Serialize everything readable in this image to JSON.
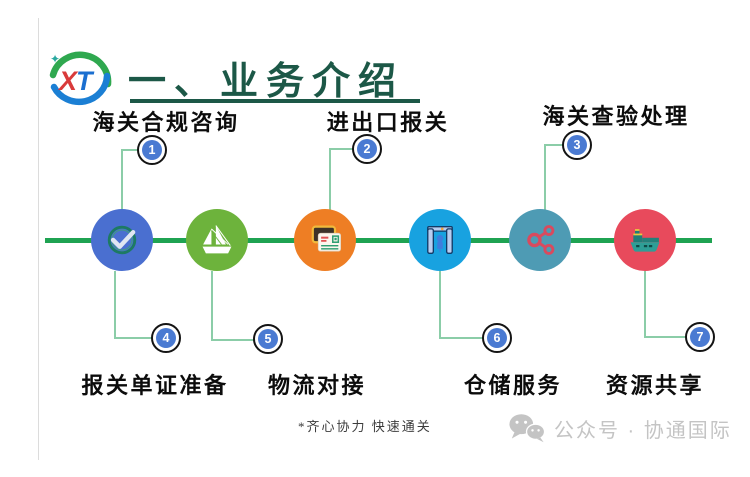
{
  "logo": {
    "text": "XT"
  },
  "title": {
    "text": "一、业务介绍",
    "color": "#1c5847"
  },
  "steps": [
    {
      "num": "1",
      "label": "海关合规咨询"
    },
    {
      "num": "2",
      "label": "进出口报关"
    },
    {
      "num": "3",
      "label": "海关查验处理"
    },
    {
      "num": "4",
      "label": "报关单证准备"
    },
    {
      "num": "5",
      "label": "物流对接"
    },
    {
      "num": "6",
      "label": "仓储服务"
    },
    {
      "num": "7",
      "label": "资源共享"
    }
  ],
  "timeline": {
    "line_color": "#1fa352",
    "connector_color": "#8bcda8",
    "badge_color": "#4a7ad2",
    "circles": [
      {
        "icon": "check-badge-icon",
        "color": "#4a6fd0"
      },
      {
        "icon": "sailboat-icon",
        "color": "#6db33c"
      },
      {
        "icon": "id-card-icon",
        "color": "#ee7e24"
      },
      {
        "icon": "security-scanner-icon",
        "color": "#18a2e0"
      },
      {
        "icon": "share-network-icon",
        "color": "#4e9bb4"
      },
      {
        "icon": "cargo-ship-icon",
        "color": "#e84a5c"
      }
    ]
  },
  "footer": {
    "note": "*齐心协力  快速通关"
  },
  "watermark": {
    "text": "公众号 · 协通国际"
  }
}
